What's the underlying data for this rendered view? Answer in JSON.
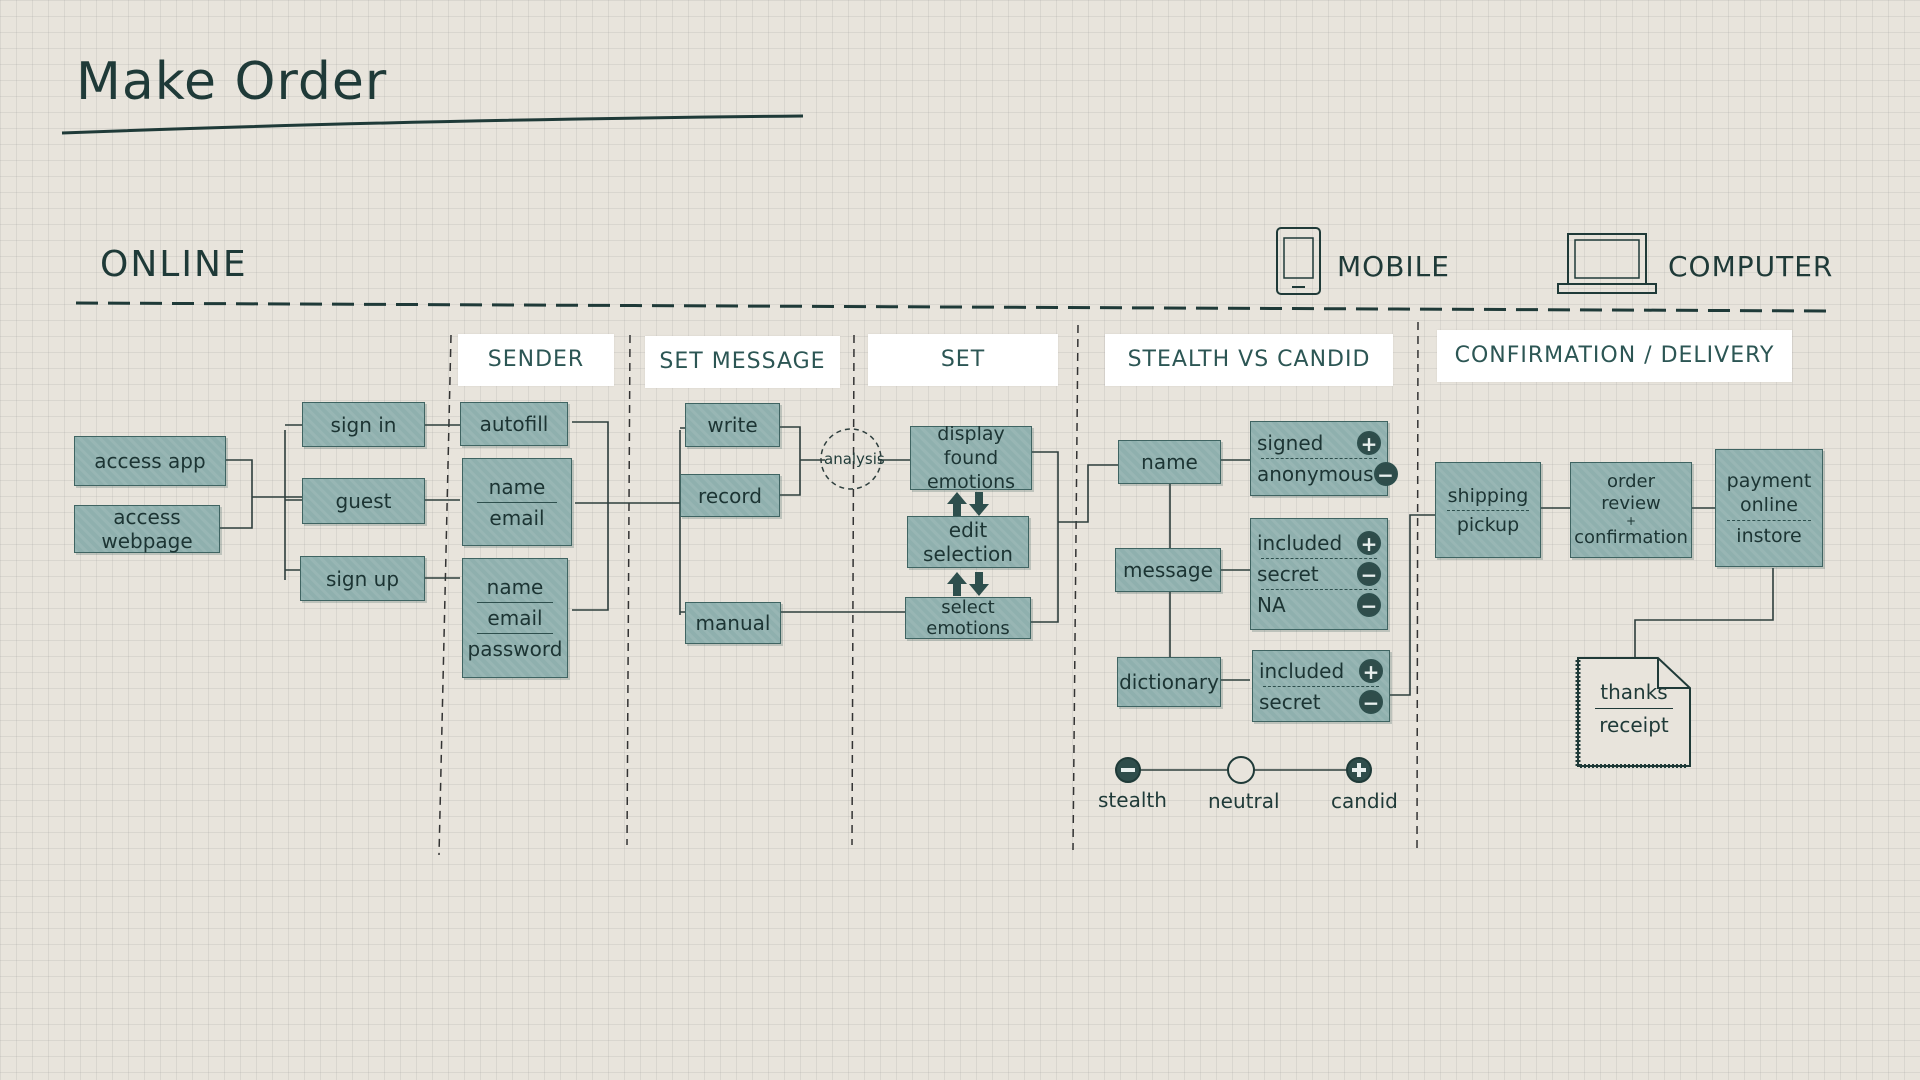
{
  "title": "Make Order",
  "channel": "ONLINE",
  "devices": {
    "mobile": "MOBILE",
    "computer": "COMPUTER"
  },
  "headers": {
    "sender": "SENDER",
    "set_message": "SET MESSAGE",
    "set": "SET",
    "stealth": "STEALTH VS CANDID",
    "confirmation": "CONFIRMATION / DELIVERY"
  },
  "access": {
    "app": "access app",
    "webpage": "access webpage"
  },
  "auth": {
    "sign_in": "sign in",
    "guest": "guest",
    "sign_up": "sign up"
  },
  "sender": {
    "autofill": "autofill",
    "guest_fields": [
      "name",
      "email"
    ],
    "signup_fields": [
      "name",
      "email",
      "password"
    ]
  },
  "message": {
    "write": "write",
    "record": "record",
    "manual": "manual",
    "analysis": "analysis"
  },
  "set": {
    "display": "display found emotions",
    "edit": "edit selection",
    "select": "select emotions"
  },
  "stealth": {
    "name": "name",
    "message": "message",
    "dictionary": "dictionary",
    "name_opts": [
      {
        "label": "signed",
        "sign": "+"
      },
      {
        "label": "anonymous",
        "sign": "−"
      }
    ],
    "message_opts": [
      {
        "label": "included",
        "sign": "+"
      },
      {
        "label": "secret",
        "sign": "−"
      },
      {
        "label": "NA",
        "sign": "−"
      }
    ],
    "dict_opts": [
      {
        "label": "included",
        "sign": "+"
      },
      {
        "label": "secret",
        "sign": "−"
      }
    ],
    "scale": {
      "stealth": "stealth",
      "neutral": "neutral",
      "candid": "candid"
    }
  },
  "delivery": {
    "shipping": "shipping",
    "pickup": "pickup",
    "review_top": "order review",
    "review_plus": "+",
    "review_bottom": "confirmation",
    "payment": "payment",
    "online": "online",
    "instore": "instore",
    "thanks": "thanks",
    "receipt": "receipt"
  },
  "colors": {
    "box": "#8fb0ae",
    "ink": "#1f3a38",
    "paper": "#e8e4dc"
  }
}
